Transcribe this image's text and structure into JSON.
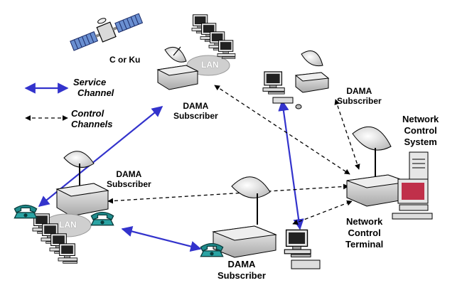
{
  "legend": {
    "service_line1": "Service",
    "service_line2": "Channel",
    "control_line1": "Control",
    "control_line2": "Channels"
  },
  "satellite": {
    "label": "C or Ku"
  },
  "nodes": {
    "top_left": {
      "line1": "DAMA",
      "line2": "Subscriber",
      "lan": "LAN"
    },
    "top_right": {
      "line1": "DAMA",
      "line2": "Subscriber"
    },
    "left": {
      "line1": "DAMA",
      "line2": "Subscriber",
      "lan": "LAN"
    },
    "bottom": {
      "line1": "DAMA",
      "line2": "Subscriber"
    },
    "ncs": {
      "line1": "Network",
      "line2": "Control",
      "line3": "System"
    },
    "nct": {
      "line1": "Network",
      "line2": "Control",
      "line3": "Terminal"
    }
  },
  "colors": {
    "service": "#3333cc",
    "control": "#000000",
    "phone": "#1f8c8c",
    "box": "#d8d8d8",
    "lan_cloud": "#cfcfcf"
  }
}
